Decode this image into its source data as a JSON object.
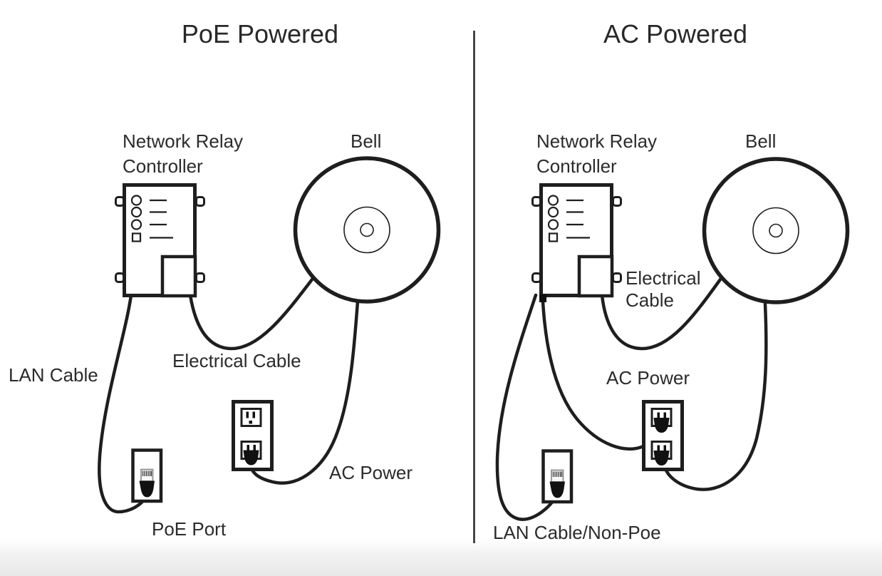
{
  "colors": {
    "line": "#1e1e1e",
    "text": "#2b2b2b",
    "divider": "#262626",
    "footer_strip": "#e8e8e8"
  },
  "left": {
    "title": "PoE Powered",
    "controller_line1": "Network Relay",
    "controller_line2": "Controller",
    "bell": "Bell",
    "lan_cable": "LAN Cable",
    "electrical_cable": "Electrical Cable",
    "ac_power": "AC Power",
    "poe_port": "PoE Port"
  },
  "right": {
    "title": "AC Powered",
    "controller_line1": "Network Relay",
    "controller_line2": "Controller",
    "bell": "Bell",
    "electrical_line1": "Electrical",
    "electrical_line2": "Cable",
    "ac_power": "AC Power",
    "lan_cable": "LAN Cable/Non-Poe"
  }
}
